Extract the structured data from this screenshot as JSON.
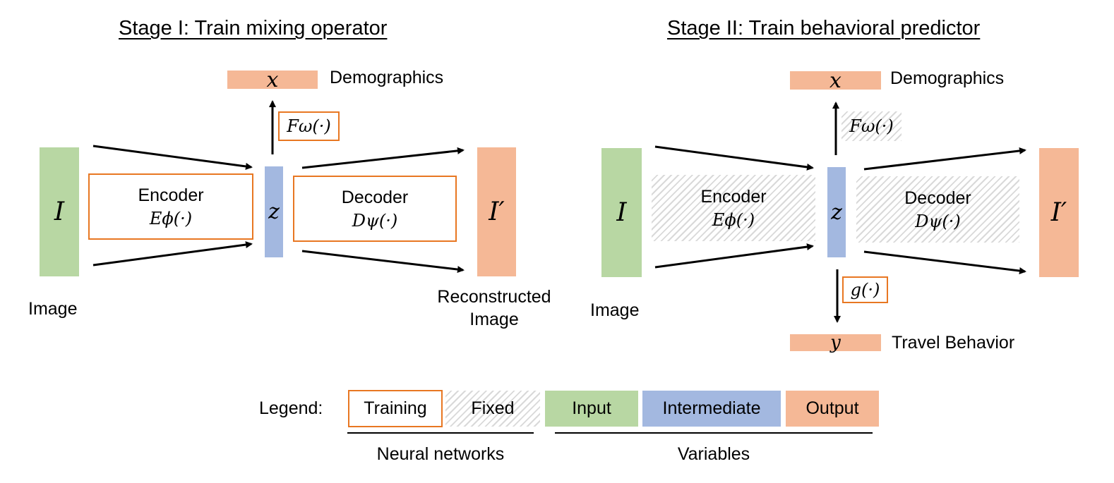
{
  "stage1": {
    "title": "Stage I: Train mixing operator",
    "image_symbol": "I",
    "image_label": "Image",
    "latent_symbol": "z",
    "output_symbol": "I′",
    "output_label_line1": "Reconstructed",
    "output_label_line2": "Image",
    "demo_symbol": "x",
    "demo_label": "Demographics",
    "f_label": "Fω(·)",
    "encoder_title": "Encoder",
    "encoder_fn": "Eϕ(·)",
    "decoder_title": "Decoder",
    "decoder_fn": "Dψ(·)"
  },
  "stage2": {
    "title": "Stage II: Train behavioral predictor",
    "image_symbol": "I",
    "image_label": "Image",
    "latent_symbol": "z",
    "output_symbol": "I′",
    "demo_symbol": "x",
    "demo_label": "Demographics",
    "f_label": "Fω(·)",
    "g_label": "g(·)",
    "y_symbol": "y",
    "y_label": "Travel Behavior",
    "encoder_title": "Encoder",
    "encoder_fn": "Eϕ(·)",
    "decoder_title": "Decoder",
    "decoder_fn": "Dψ(·)"
  },
  "legend": {
    "title": "Legend:",
    "training": "Training",
    "fixed": "Fixed",
    "input": "Input",
    "intermediate": "Intermediate",
    "output": "Output",
    "group_networks": "Neural networks",
    "group_variables": "Variables"
  },
  "colors": {
    "input": "#b8d7a3",
    "intermediate": "#a3b8e0",
    "output": "#f5b896",
    "training_border": "#e87722",
    "fixed_hatch": "#d9d9d9"
  }
}
